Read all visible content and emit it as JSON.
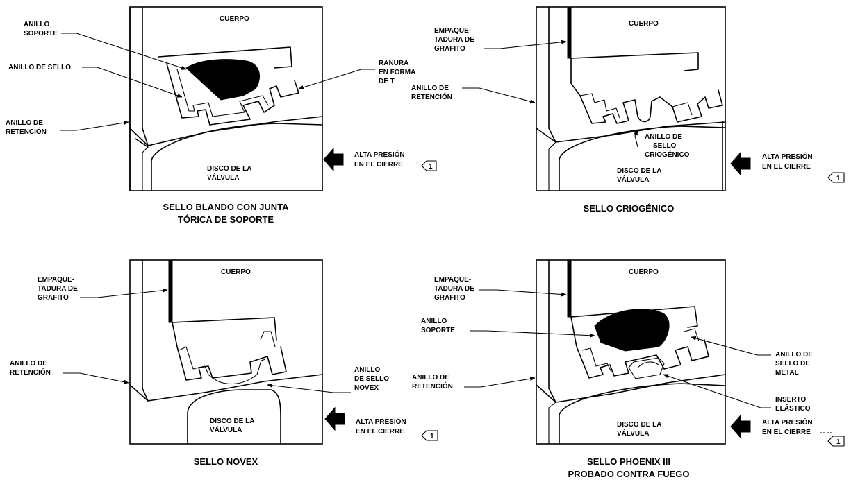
{
  "panels": [
    {
      "id": "sello-blando",
      "body_label": "CUERPO",
      "disc_label": [
        "DISCO DE LA",
        "VÁLVULA"
      ],
      "pressure_label": [
        "ALTA PRESIÓN",
        "EN EL CIERRE"
      ],
      "note_ref": "1",
      "caption": [
        "SELLO BLANDO CON JUNTA",
        "TÓRICA DE SOPORTE"
      ],
      "callouts": {
        "anillo_soporte": [
          "ANILLO",
          "SOPORTE"
        ],
        "anillo_de_sello": [
          "ANILLO DE SELLO"
        ],
        "anillo_de_retencion": [
          "ANILLO DE",
          "RETENCIÓN"
        ],
        "ranura": [
          "RANURA",
          "EN FORMA",
          "DE T"
        ]
      }
    },
    {
      "id": "sello-criogenico",
      "body_label": "CUERPO",
      "disc_label": [
        "DISCO DE LA",
        "VÁLVULA"
      ],
      "pressure_label": [
        "ALTA PRESIÓN",
        "EN EL CIERRE"
      ],
      "note_ref": "1",
      "caption": [
        "SELLO CRIOGÉNICO"
      ],
      "callouts": {
        "empaquetadura": [
          "EMPAQUE-",
          "TADURA DE",
          "GRAFITO"
        ],
        "anillo_de_retencion": [
          "ANILLO DE",
          "RETENCIÓN"
        ],
        "anillo_sello_criogenico": [
          "ANILLO DE",
          "SELLO",
          "CRIOGÉNICO"
        ]
      }
    },
    {
      "id": "sello-novex",
      "body_label": "CUERPO",
      "disc_label": [
        "DISCO DE LA",
        "VÁLVULA"
      ],
      "pressure_label": [
        "ALTA PRESIÓN",
        "EN EL CIERRE"
      ],
      "note_ref": "1",
      "caption": [
        "SELLO NOVEX"
      ],
      "callouts": {
        "empaquetadura": [
          "EMPAQUE-",
          "TADURA DE",
          "GRAFITO"
        ],
        "anillo_de_retencion": [
          "ANILLO DE",
          "RETENCIÓN"
        ],
        "anillo_sello_novex": [
          "ANILLO",
          "DE SELLO",
          "NOVEX"
        ]
      }
    },
    {
      "id": "sello-phoenix",
      "body_label": "CUERPO",
      "disc_label": [
        "DISCO DE LA",
        "VÁLVULA"
      ],
      "pressure_label": [
        "ALTA PRESIÓN",
        "EN EL CIERRE"
      ],
      "note_ref": "1",
      "caption": [
        "SELLO PHOENIX III",
        "PROBADO CONTRA FUEGO"
      ],
      "callouts": {
        "empaquetadura": [
          "EMPAQUE-",
          "TADURA DE",
          "GRAFITO"
        ],
        "anillo_soporte": [
          "ANILLO",
          "SOPORTE"
        ],
        "anillo_de_retencion": [
          "ANILLO DE",
          "RETENCIÓN"
        ],
        "anillo_sello_metal": [
          "ANILLO DE",
          "SELLO DE",
          "METAL"
        ],
        "inserto": [
          "INSERTO",
          "ELÁSTICO"
        ]
      }
    }
  ]
}
